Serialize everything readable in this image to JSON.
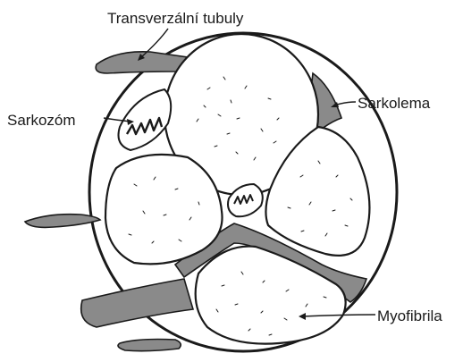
{
  "labels": {
    "transverse_tubules": "Transverzální tubuly",
    "sarcosome": "Sarkozóm",
    "sarcolemma": "Sarkolema",
    "myofibril": "Myofibrila"
  },
  "colors": {
    "outline": "#1a1a1a",
    "gray_fill": "#8a8a8a",
    "white_fill": "#ffffff"
  }
}
